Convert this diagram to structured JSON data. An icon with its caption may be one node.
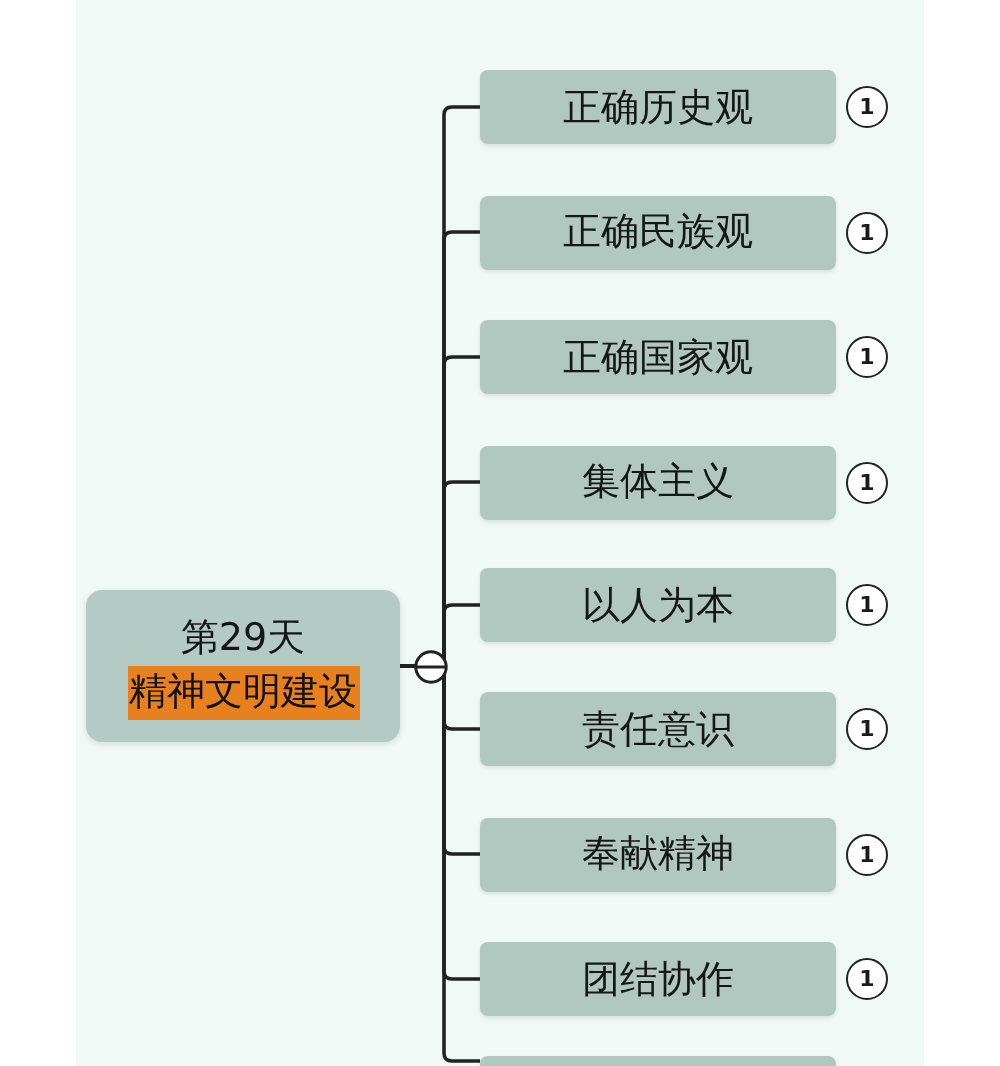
{
  "diagram": {
    "nodes": [
      {
        "text": [
          "第29天",
          "精神文明建设"
        ]
      },
      {
        "text": [
          "正确历史观"
        ],
        "beside": [
          "1"
        ]
      },
      {
        "text": [
          "正确民族观"
        ],
        "beside": [
          "1"
        ]
      },
      {
        "text": [
          "正确国家观"
        ],
        "beside": [
          "1"
        ]
      },
      {
        "text": [
          "集体主义"
        ],
        "beside": [
          "1"
        ]
      },
      {
        "text": [
          "以人为本"
        ],
        "beside": [
          "1"
        ]
      },
      {
        "text": [
          "责任意识"
        ],
        "beside": [
          "1"
        ]
      },
      {
        "text": [
          "奉献精神"
        ],
        "beside": [
          "1"
        ]
      },
      {
        "text": [
          "团结协作"
        ],
        "beside": [
          "1"
        ]
      },
      {
        "text": [],
        "shape": "box"
      }
    ],
    "edges": [
      {
        "from": 0,
        "to": 1,
        "arrow": "none"
      },
      {
        "from": 0,
        "to": 2,
        "arrow": "none"
      },
      {
        "from": 0,
        "to": 3,
        "arrow": "none"
      },
      {
        "from": 0,
        "to": 4,
        "arrow": "none"
      },
      {
        "from": 0,
        "to": 5,
        "arrow": "none"
      },
      {
        "from": 0,
        "to": 6,
        "arrow": "none"
      },
      {
        "from": 0,
        "to": 7,
        "arrow": "none"
      },
      {
        "from": 0,
        "to": 8,
        "arrow": "none"
      },
      {
        "from": 0,
        "to": 9,
        "arrow": "none"
      }
    ]
  }
}
